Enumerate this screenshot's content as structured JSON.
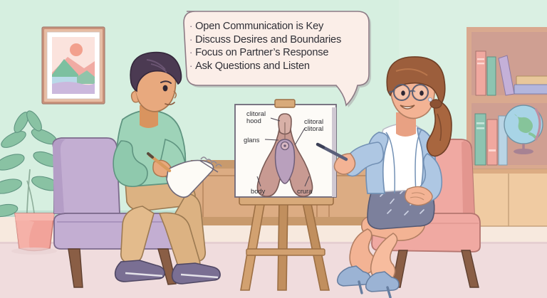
{
  "scene": {
    "title": "Sex therapy counseling session illustration",
    "wall_color": "#d6efe0",
    "floor_color": "#f7e9de",
    "rug_color": "#f0dcdd",
    "outline_color": "#3b3440"
  },
  "speech_bubble": {
    "name": "advice-speech-bubble",
    "fill": "#fbeee8",
    "stroke": "#8d7a85",
    "bullet_char": "·",
    "lines": [
      "Open Communication is Key",
      "Discuss Desires and Boundaries",
      "Focus on Partner’s Response",
      "Ask Questions and Listen"
    ]
  },
  "diagram": {
    "name": "clitoral-anatomy-diagram",
    "board_fill": "#fdfbf7",
    "labels": {
      "hood": "clitoral\nhood",
      "glans": "glans",
      "clitoral": "clitoral\nclitoral",
      "body": "body",
      "crura": "crura"
    },
    "anatomy_colors": {
      "outer": "#c89a92",
      "inner": "#b9a0bd",
      "core": "#d9b9c4"
    }
  },
  "easel": {
    "name": "wooden-easel",
    "wood_light": "#d2a170",
    "wood_dark": "#b5814f"
  },
  "client": {
    "name": "client-man",
    "hair_color": "#4b3a52",
    "skin_color": "#e8a97e",
    "sweater_color": "#9ed3b8",
    "pants_color": "#dcb282",
    "shoe_color": "#7a6f93",
    "chair_color": "#c3aed2",
    "notepad_color": "#fdfbf6",
    "pencil_color": "#d99a5e"
  },
  "therapist": {
    "name": "therapist-woman",
    "hair_color": "#9c5e3c",
    "skin_color": "#f3b394",
    "blazer_color": "#aec7e3",
    "top_color": "#ffffff",
    "skirt_color": "#7c809c",
    "shoe_color": "#9bb3d4",
    "glasses_color": "#5a5f74",
    "chair_color": "#f0a9a2",
    "pointer_color": "#5a5f7a"
  },
  "wall_art": {
    "name": "framed-landscape-picture",
    "frame_color": "#d9a98f",
    "mat_color": "#ffffff",
    "sky_color": "#fbe3dd",
    "sun_color": "#f2a08d",
    "mountain_green": "#7cc0a0",
    "mountain_pink": "#f1aba3",
    "water_color": "#b9d9e8",
    "foreground_color": "#cbb8dd"
  },
  "plant": {
    "name": "potted-plant",
    "pot_color": "#f2a39a",
    "leaf_color": "#89c2a3"
  },
  "bookshelf": {
    "name": "bookshelf",
    "frame_color": "#d9a98f",
    "back_color": "#cf9f92",
    "cabinet_color": "#f0cba2",
    "books_top": [
      "#f0a89f",
      "#8dc4b1",
      "#c4b0d8"
    ],
    "books_stack": [
      "#e8c79a",
      "#b3b6dd"
    ],
    "books_bottom": [
      "#8dc4b1",
      "#f0a89f",
      "#b9d4e4"
    ],
    "globe": {
      "name": "globe",
      "ocean_color": "#a8d4e6",
      "land_color": "#86c49a",
      "stand_color": "#a78293"
    }
  },
  "credenza": {
    "name": "wooden-credenza",
    "top_color": "#c89a6d",
    "body_color": "#dcac83"
  }
}
